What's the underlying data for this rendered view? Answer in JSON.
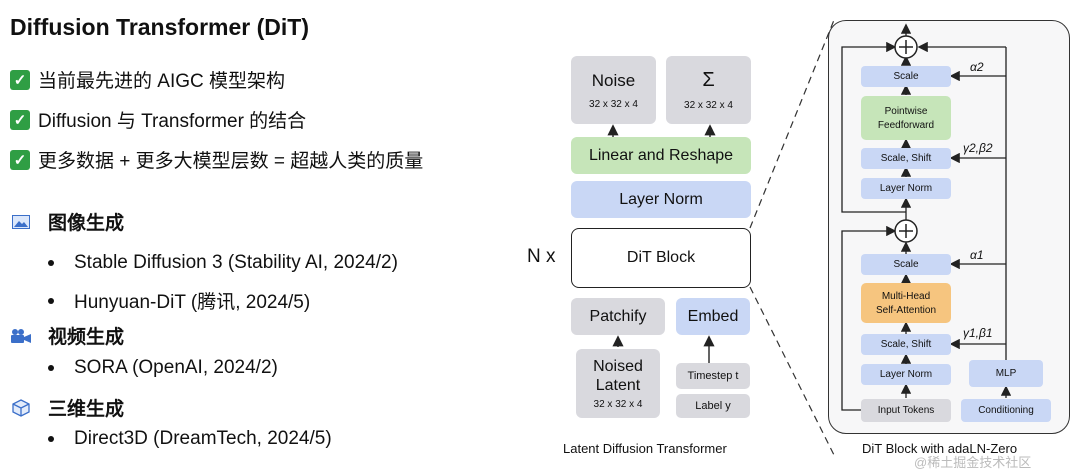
{
  "title": "Diffusion Transformer (DiT)",
  "checks": [
    "当前最先进的 AIGC 模型架构",
    "Diffusion 与 Transformer 的结合",
    "更多数据 + 更多大模型层数 = 超越人类的质量"
  ],
  "sections": [
    {
      "icon": "image-icon",
      "heading": "图像生成",
      "items": [
        "Stable Diffusion 3 (Stability AI, 2024/2)",
        "Hunyuan-DiT (腾讯, 2024/5)"
      ]
    },
    {
      "icon": "video-camera-icon",
      "heading": "视频生成",
      "items": [
        "SORA (OpenAI, 2024/2)"
      ]
    },
    {
      "icon": "cube-icon",
      "heading": "三维生成",
      "items": [
        "Direct3D (DreamTech, 2024/5)"
      ]
    }
  ],
  "ldt": {
    "noise_label": "Noise",
    "noise_shape": "32 x 32 x 4",
    "sigma_label": "Σ",
    "sigma_shape": "32 x 32 x 4",
    "linear_reshape": "Linear and Reshape",
    "layer_norm": "Layer Norm",
    "n_x": "N x",
    "dit_block": "DiT Block",
    "patchify": "Patchify",
    "embed": "Embed",
    "noised_latent_1": "Noised",
    "noised_latent_2": "Latent",
    "noised_shape": "32 x 32 x 4",
    "timestep": "Timestep t",
    "label": "Label y",
    "caption": "Latent Diffusion Transformer"
  },
  "block": {
    "scale_top": "Scale",
    "alpha2": "α2",
    "pointwise_1": "Pointwise",
    "pointwise_2": "Feedforward",
    "scale_shift_top": "Scale, Shift",
    "gamma2_beta2": "γ2,β2",
    "layer_norm_top": "Layer Norm",
    "scale_mid": "Scale",
    "alpha1": "α1",
    "mha_1": "Multi-Head",
    "mha_2": "Self-Attention",
    "scale_shift_bottom": "Scale, Shift",
    "gamma1_beta1": "γ1,β1",
    "layer_norm_bottom": "Layer Norm",
    "mlp": "MLP",
    "input_tokens": "Input Tokens",
    "conditioning": "Conditioning",
    "caption": "DiT Block with adaLN-Zero"
  },
  "watermark": "@稀土掘金技术社区"
}
